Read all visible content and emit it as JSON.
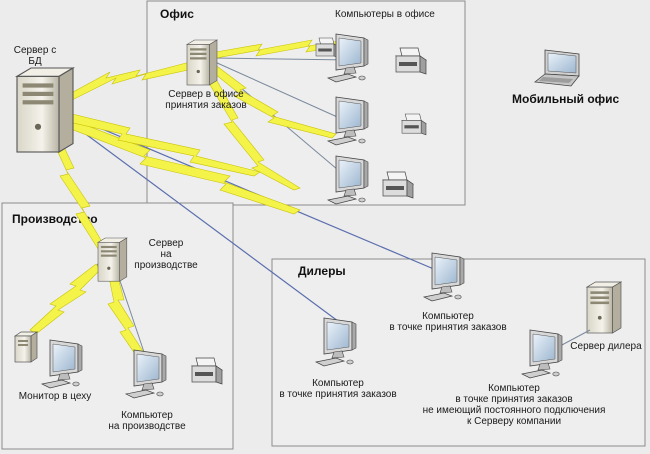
{
  "zones": {
    "office": {
      "title": "Офис",
      "computers_label": "Компьютеры в офисе"
    },
    "production": {
      "title": "Производство"
    },
    "dealers": {
      "title": "Дилеры"
    },
    "mobile": {
      "title": "Мобильный офис"
    }
  },
  "labels": {
    "db_server": [
      "Сервер с",
      "БД"
    ],
    "office_server": [
      "Сервер в офисе",
      "принятия заказов"
    ],
    "prod_server": [
      "Сервер",
      "на",
      "производстве"
    ],
    "shop_monitor": [
      "Монитор в цеху"
    ],
    "prod_computer": [
      "Компьютер",
      "на производстве"
    ],
    "dealer_pc_left": [
      "Компьютер",
      "в точке принятия заказов"
    ],
    "dealer_pc_top": [
      "Компьютер",
      "в точке принятия заказов"
    ],
    "dealer_server": [
      "Сервер дилера"
    ],
    "dealer_pc_right": [
      "Компьютер",
      "в точке принятия заказов",
      "не имеющий постоянного подключения",
      "к Серверу компании"
    ]
  },
  "colors": {
    "zone_fill": "#eeeeee",
    "zone_border": "#8c8c8c",
    "bolt_fill": "#f3f34a",
    "wire": "#5b6fae",
    "background": "#ececec"
  }
}
